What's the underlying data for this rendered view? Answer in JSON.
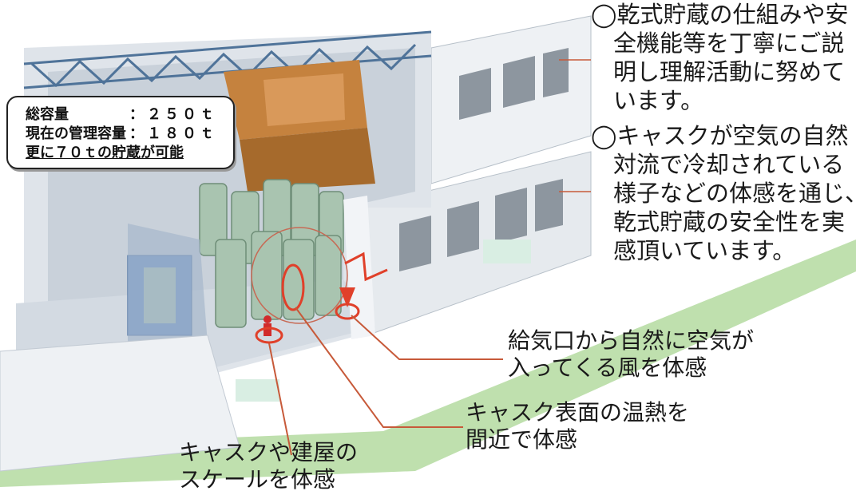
{
  "capacity": {
    "total_label": "総容量",
    "total_value": "：２５０ｔ",
    "current_label": "現在の管理容量",
    "current_value": "：１８０ｔ",
    "extra": "更に７０ｔの貯蔵が可能"
  },
  "notes": {
    "first": [
      "◯乾式貯蔵の仕組みや安",
      "全機能等を丁寧にご説",
      "明し理解活動に努めて",
      "います。"
    ],
    "second": [
      "◯キャスクが空気の自然",
      "対流で冷却されている",
      "様子などの体感を通じ、",
      "乾式貯蔵の安全性を実",
      "感頂いています。"
    ]
  },
  "callouts": {
    "air": [
      "給気口から自然に空気が",
      "入ってくる風を体感"
    ],
    "heat": [
      "キャスク表面の温熱を",
      "間近で体感"
    ],
    "scale": [
      "キャスクや建屋の",
      "スケールを体感"
    ]
  },
  "colors": {
    "cask": "#a9c4b0",
    "callout_line": "#c75a3a",
    "ellipse": "#e0402a",
    "crane": "#c07a3a",
    "wall": "#e8ecf0",
    "roof_truss": "#5a7fa5",
    "ground": "#b8dca8"
  }
}
